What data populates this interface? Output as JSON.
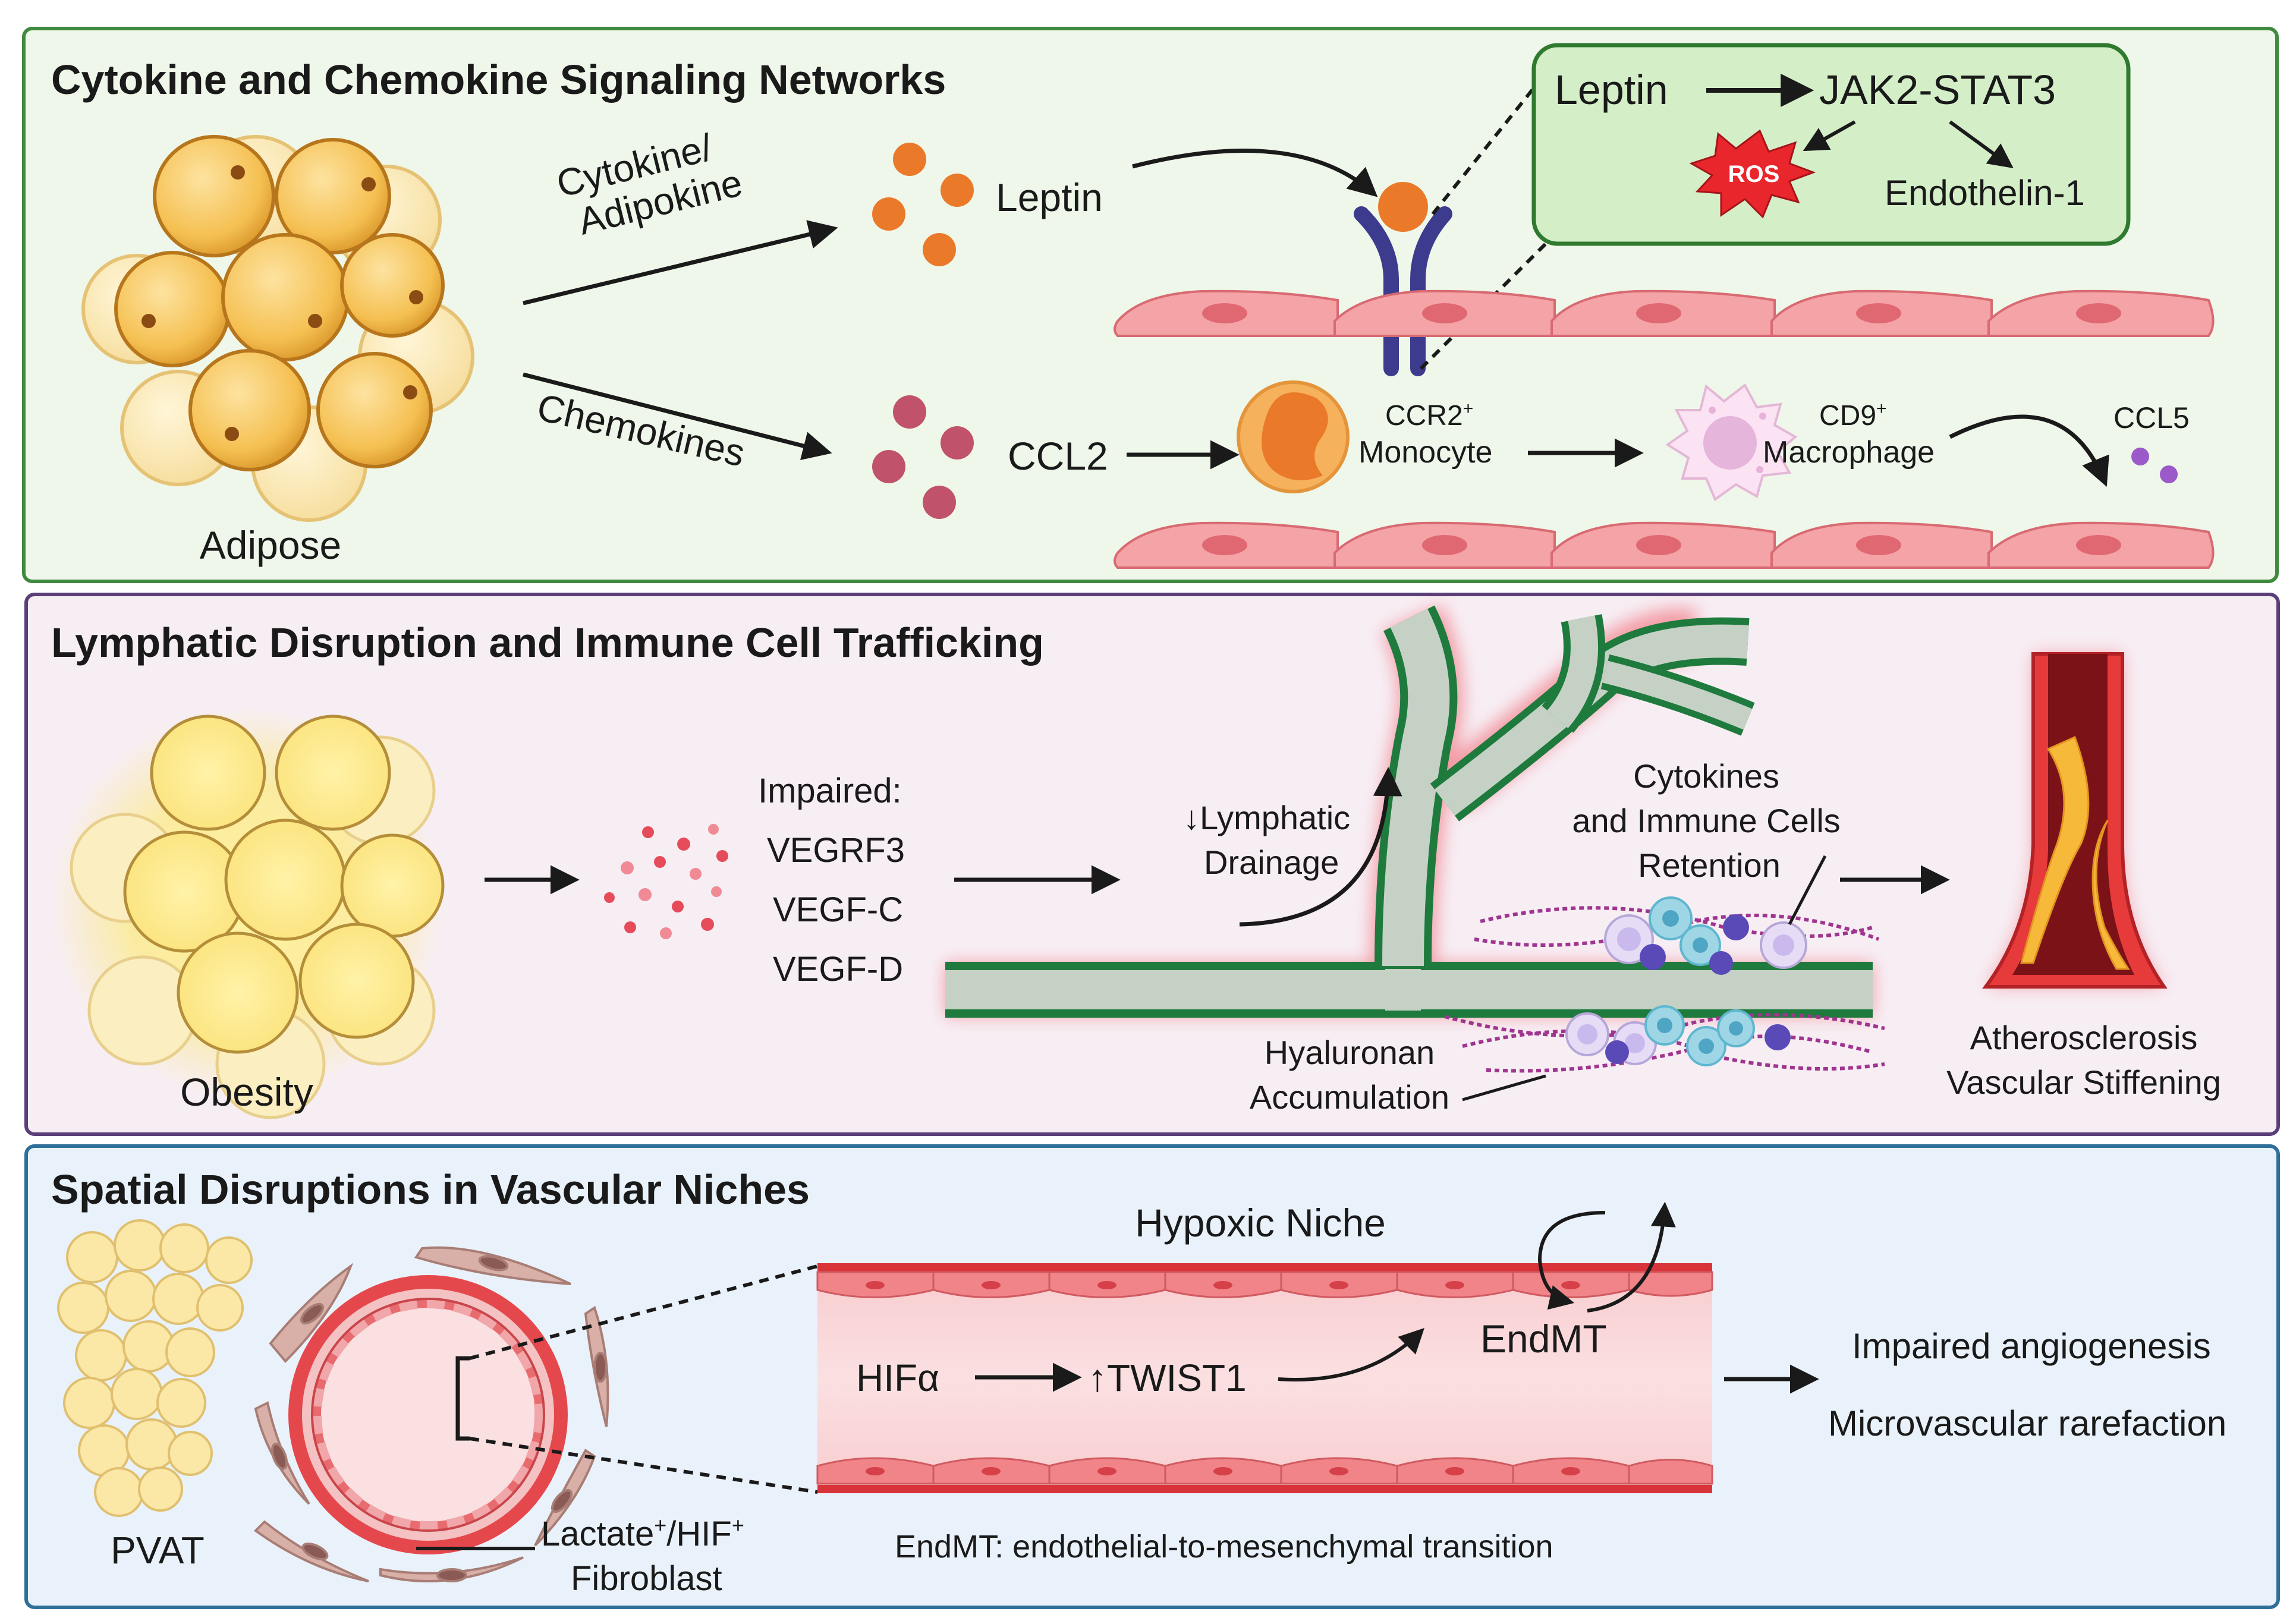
{
  "colors": {
    "panel1_fill": "#eef7e9",
    "panel1_border": "#3f8a3f",
    "panel1_title": "#1f5e22",
    "panel2_fill": "#f7eef4",
    "panel2_border": "#5a3f78",
    "panel2_title": "#5a3f78",
    "panel3_fill": "#e9f2fa",
    "panel3_border": "#2f6f9a",
    "panel3_title": "#1d63a8",
    "endothelial": "#f4a3a6",
    "leptin": "#ea7a2a",
    "ccl2": "#c0536b",
    "ccl5": "#9b59c9",
    "lymph_green": "#1f7a3d",
    "vessel_red": "#d9343a"
  },
  "panel1": {
    "title": "Cytokine and Chemokine Signaling Networks",
    "adipose_label": "Adipose",
    "cytokine_label_line1": "Cytokine/",
    "cytokine_label_line2": "Adipokine",
    "chemokines_label": "Chemokines",
    "leptin_label": "Leptin",
    "ccl2_label": "CCL2",
    "monocyte_marker": "CCR2",
    "monocyte_marker_sup": "+",
    "monocyte_label": "Monocyte",
    "macrophage_marker": "CD9",
    "macrophage_marker_sup": "+",
    "macrophage_label": "Macrophage",
    "ccl5_label": "CCL5",
    "inset": {
      "leptin": "Leptin",
      "jak": "JAK2-STAT3",
      "ros": "ROS",
      "endothelin": "Endothelin-1"
    }
  },
  "panel2": {
    "title": "Lymphatic Disruption and Immune Cell Trafficking",
    "obesity_label": "Obesity",
    "impaired_label": "Impaired:",
    "factors": [
      "VEGRF3",
      "VEGF-C",
      "VEGF-D"
    ],
    "drainage_line1": "↓Lymphatic",
    "drainage_line2": "Drainage",
    "retention_line1": "Cytokines",
    "retention_line2": "and Immune Cells",
    "retention_line3": "Retention",
    "hyaluronan_line1": "Hyaluronan",
    "hyaluronan_line2": "Accumulation",
    "outcome_line1": "Atherosclerosis",
    "outcome_line2": "Vascular Stiffening"
  },
  "panel3": {
    "title": "Spatial Disruptions in Vascular Niches",
    "pvat_label": "PVAT",
    "fibroblast_line1": "Lactate",
    "fibroblast_sup1": "+",
    "fibroblast_mid": "/HIF",
    "fibroblast_sup2": "+",
    "fibroblast_line2": "Fibroblast",
    "hypoxic_label": "Hypoxic Niche",
    "hif_label": "HIFα",
    "twist_label": "↑TWIST1",
    "endmt_label": "EndMT",
    "outcome_line1": "Impaired angiogenesis",
    "outcome_line2": "Microvascular rarefaction",
    "footnote": "EndMT: endothelial-to-mesenchymal transition"
  }
}
